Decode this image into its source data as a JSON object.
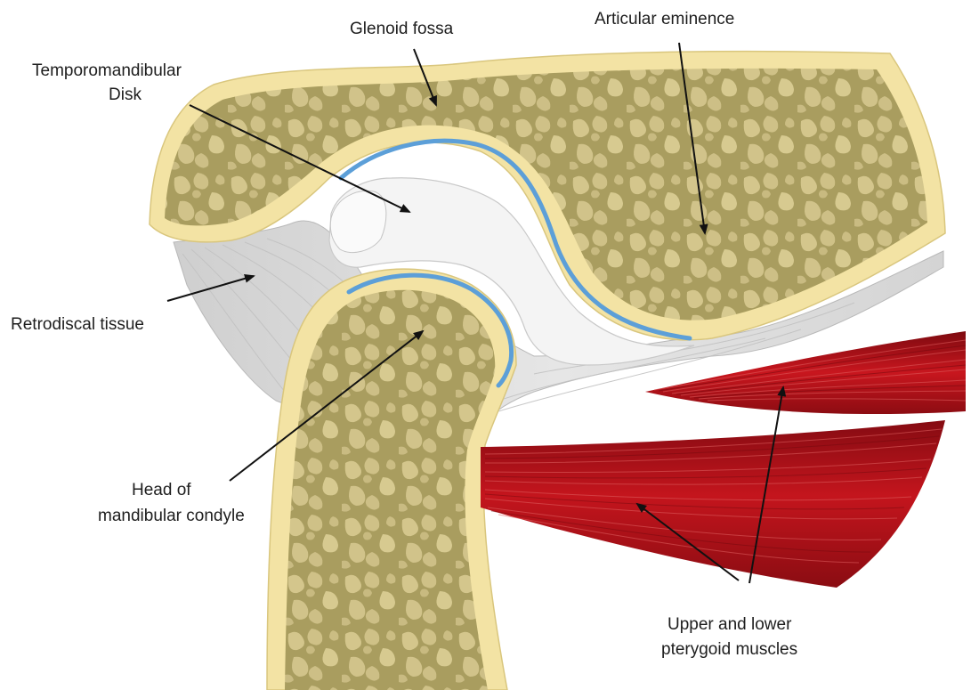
{
  "labels": {
    "glenoid_fossa": "Glenoid fossa",
    "articular_eminence": "Articular eminence",
    "tmj_disk_line1": "Temporomandibular",
    "tmj_disk_line2": "Disk",
    "retrodiscal_tissue": "Retrodiscal tissue",
    "condyle_line1": "Head of",
    "condyle_line2": "mandibular condyle",
    "pterygoid_line1": "Upper and lower",
    "pterygoid_line2": "pterygoid muscles"
  },
  "colors": {
    "cortical_bone": "#f3e3a4",
    "cancellous_bone": "#aea265",
    "cancellous_highlight": "#d6c98d",
    "cartilage": "#5c9fd8",
    "disk": "#f4f4f4",
    "soft_tissue": "#dcdcdc",
    "muscle": "#b8141c",
    "muscle_dark": "#7e0a10",
    "muscle_light": "#de5a5c"
  }
}
